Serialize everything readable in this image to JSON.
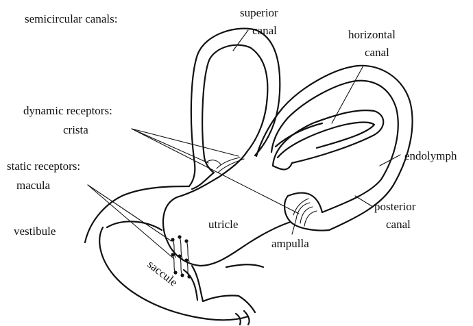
{
  "labels": {
    "semicircular_canals": "semicircular canals:",
    "superior_canal_1": "superior",
    "superior_canal_2": "canal",
    "horizontal_canal_1": "horizontal",
    "horizontal_canal_2": "canal",
    "dynamic_receptors": "dynamic receptors:",
    "crista": "crista",
    "static_receptors": "static receptors:",
    "macula": "macula",
    "endolymph": "endolymph",
    "posterior_canal_1": "posterior",
    "posterior_canal_2": "canal",
    "vestibule": "vestibule",
    "utricle": "utricle",
    "ampulla": "ampulla",
    "saccule": "saccule"
  }
}
